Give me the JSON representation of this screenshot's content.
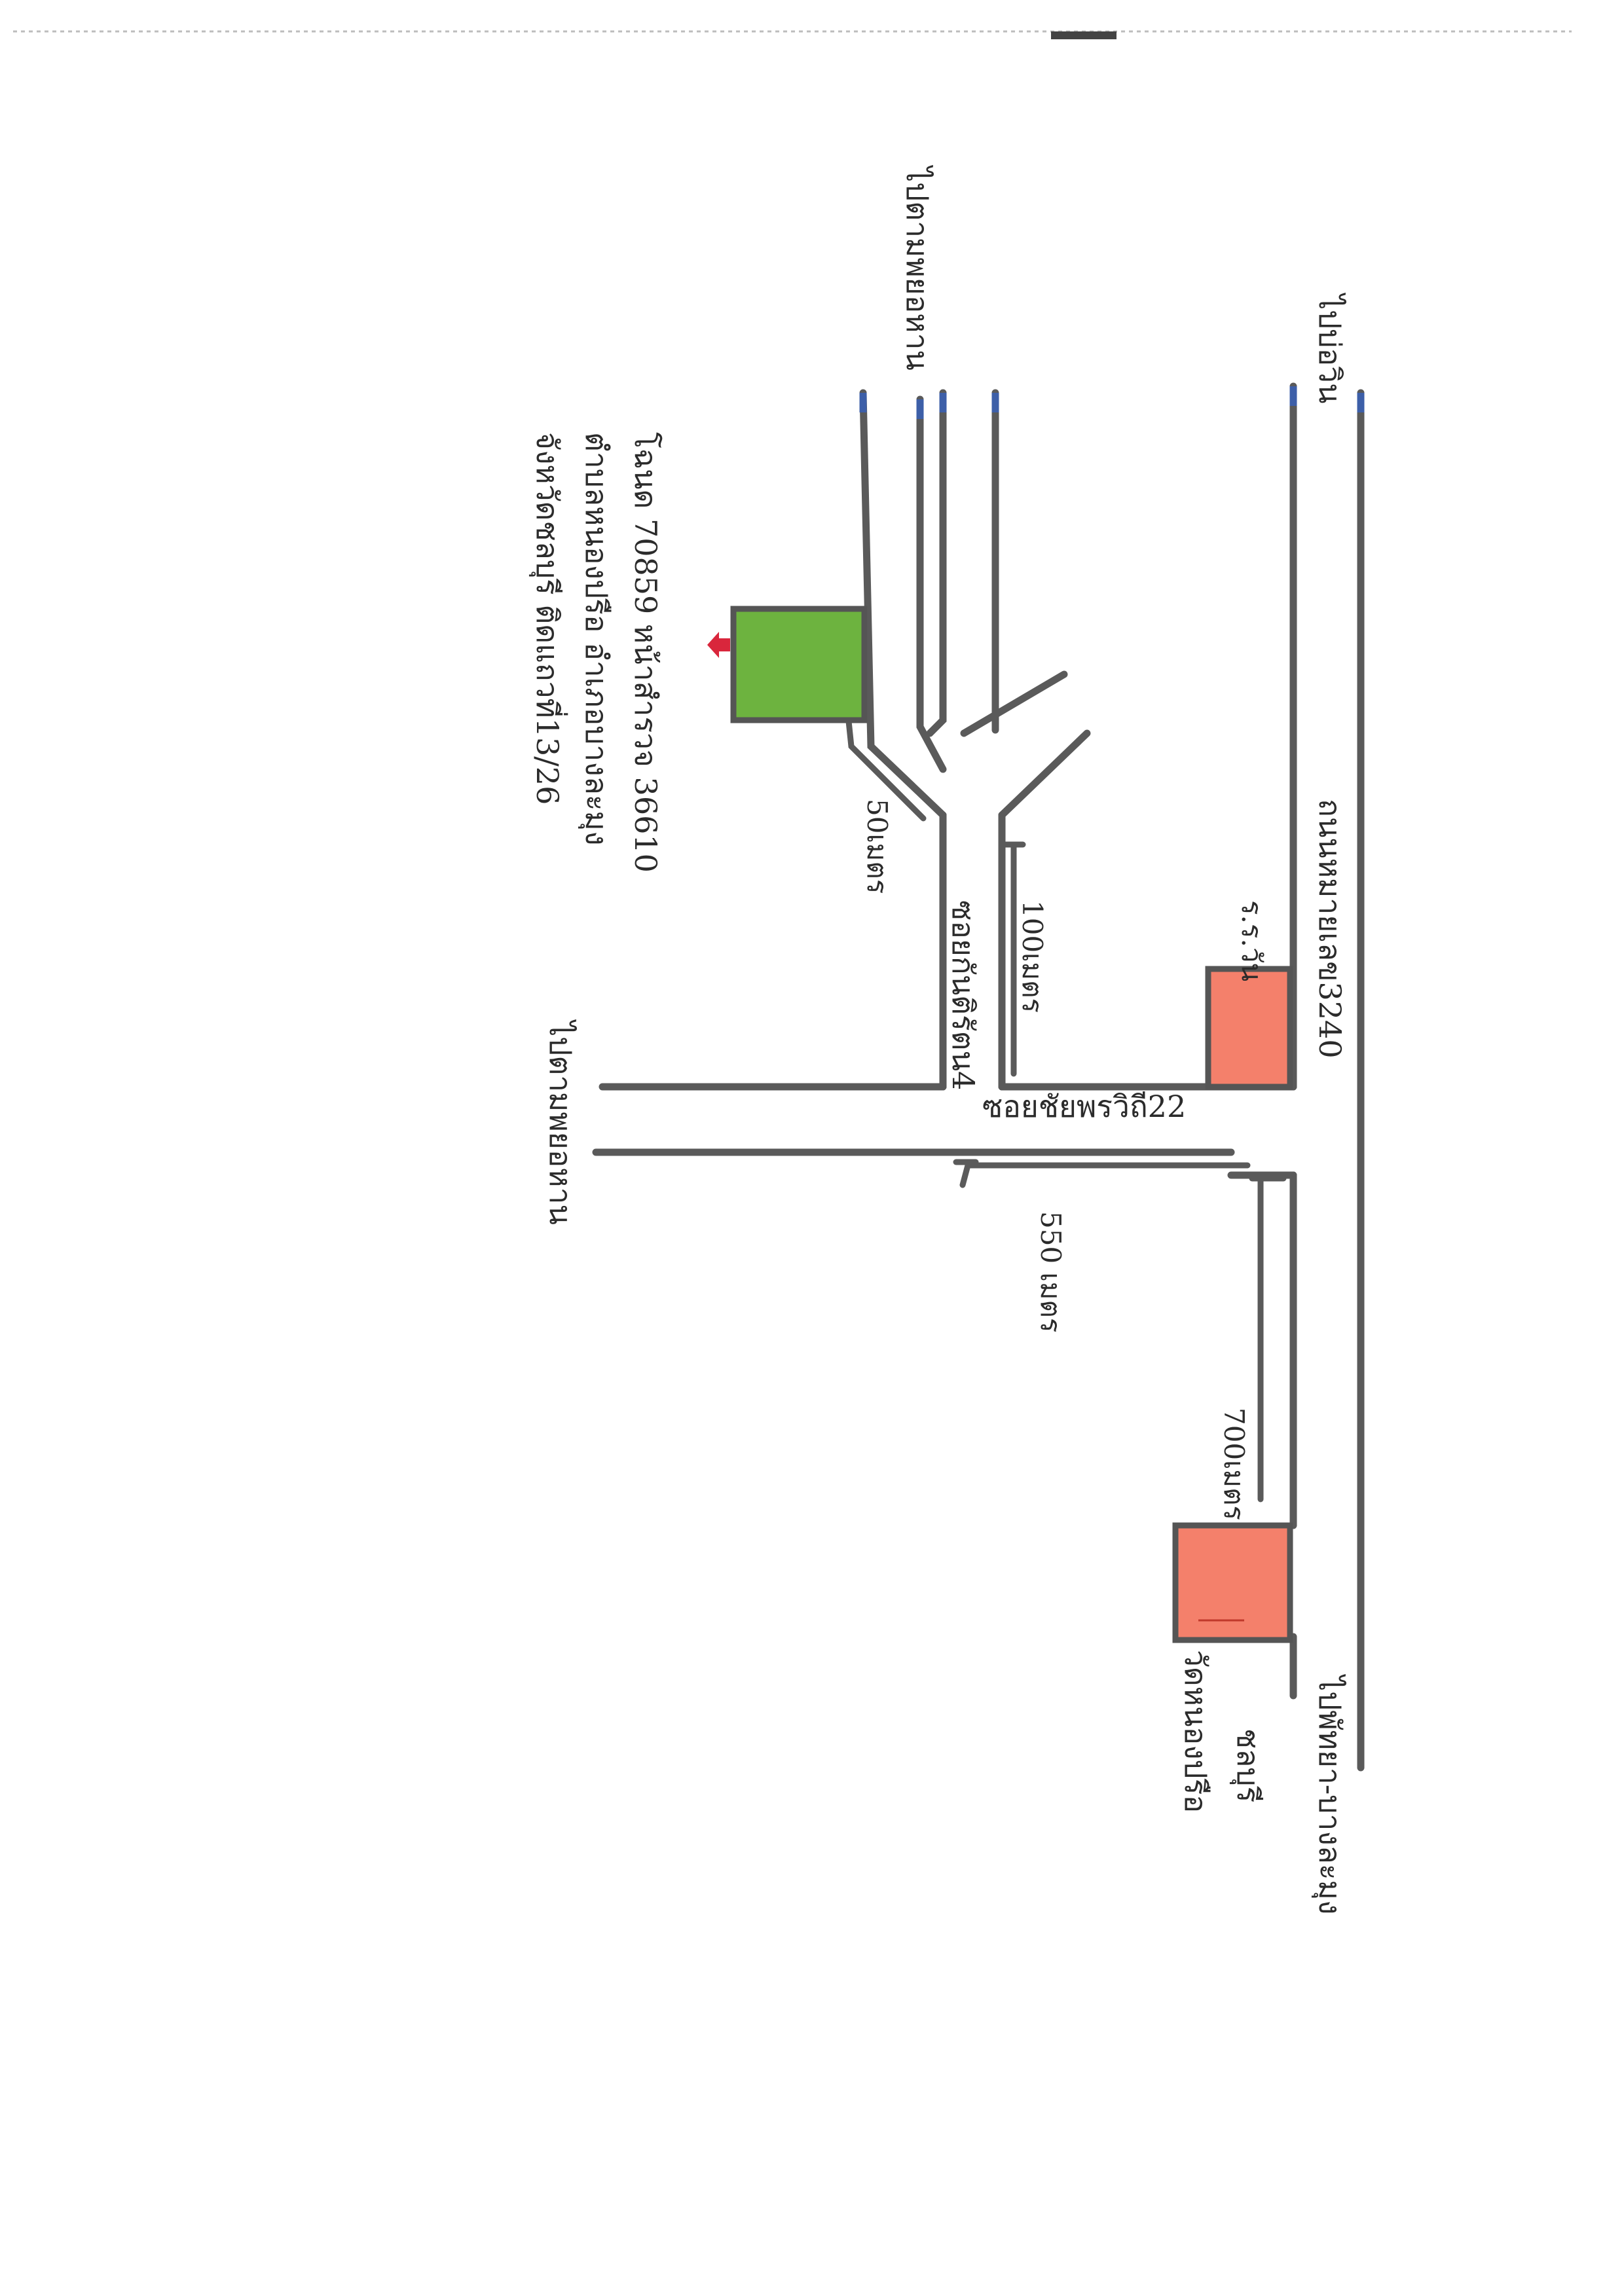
{
  "labels": {
    "road_north_left": "ไปตามพยอหาน",
    "road_north_right": "ไปบ่อวิน",
    "road_main": "ถนนหมายเลข3240",
    "school": "ร.ร.วัน",
    "soi_main": "ซอยชัยพรวิถี22",
    "soi_side": "ซอยกันติรัตน4",
    "dist_50": "50เมตร",
    "dist_100": "100เมตร",
    "dist_550": "550 เมตร",
    "dist_700": "700เมตร",
    "road_west": "ไปตามพยอหาน",
    "temple": "วัดหนองปรือ",
    "road_south": "ไปพัทยา-บางละมุง",
    "road_south_suffix": "ชลบุรี",
    "address_line1": "โฉนด 70859 หน้าสำรวจ 36610",
    "address_line2": "ตำบลหนองปรือ อำเภอบางละมุง",
    "address_line3": "จังหวัดชลบุรี ติดแถวที่13/26"
  },
  "colors": {
    "target_building": "#6db33f",
    "landmark_building": "#f4806b",
    "road": "#5a5a5a",
    "road_end": "#3d5fa8",
    "marker": "#d9263c"
  }
}
